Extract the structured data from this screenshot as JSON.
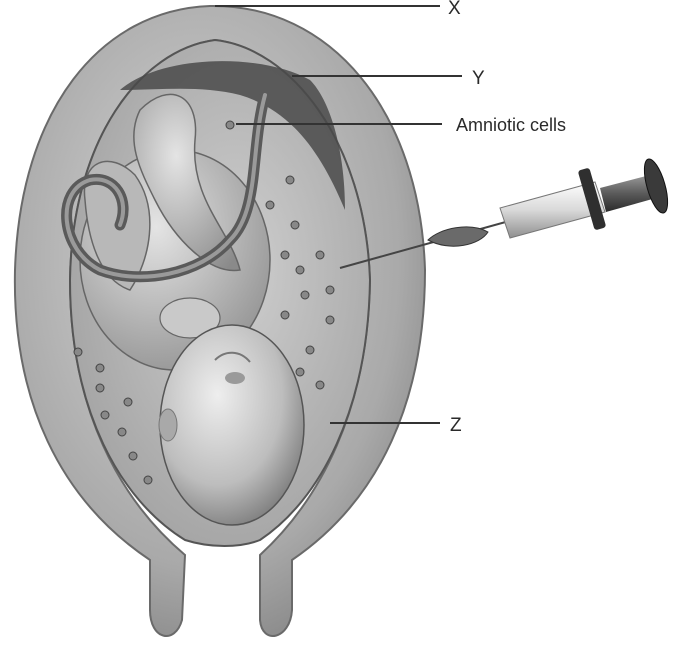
{
  "labels": {
    "x": "X",
    "y": "Y",
    "amniotic_cells": "Amniotic cells",
    "z": "Z"
  }
}
